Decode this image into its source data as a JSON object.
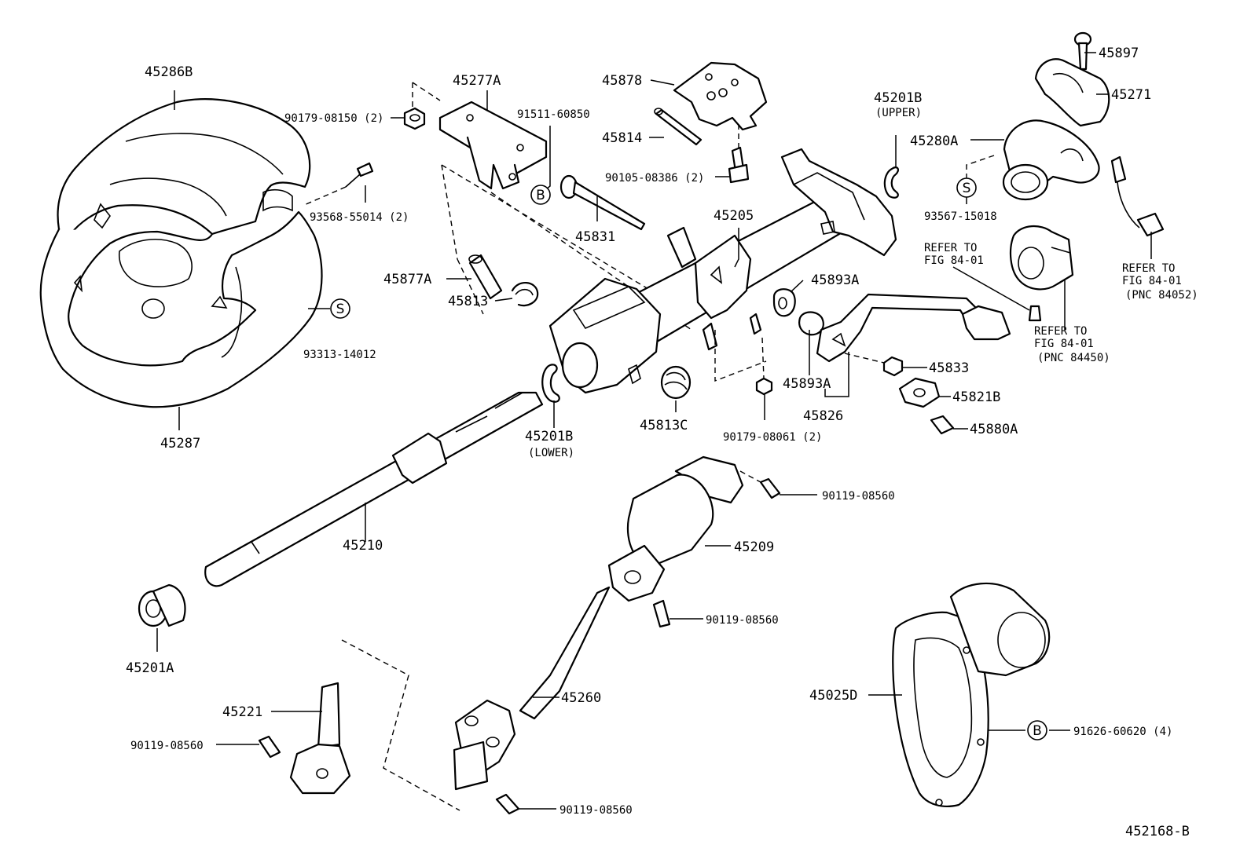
{
  "labels": {
    "p45286B": "45286B",
    "p45287": "45287",
    "p93568": "93568-55014 (2)",
    "p93313": "93313-14012",
    "p90179a": "90179-08150 (2)",
    "p45277A": "45277A",
    "p91511": "91511-60850",
    "p45877A": "45877A",
    "p45813": "45813",
    "p45878": "45878",
    "p45814": "45814",
    "p90105": "90105-08386 (2)",
    "p45831": "45831",
    "p45205": "45205",
    "p45893A_top": "45893A",
    "p45893A_bot": "45893A",
    "p45826": "45826",
    "p45813C": "45813C",
    "p90179b": "90179-08061 (2)",
    "p45201B_upper": "45201B",
    "upper": "(UPPER)",
    "p45201B_lower": "45201B",
    "lower": "(LOWER)",
    "p45897": "45897",
    "p45271": "45271",
    "p45280A": "45280A",
    "p93567": "93567-15018",
    "refer1_a": "REFER TO",
    "refer1_b": "FIG 84-01",
    "refer2_a": "REFER TO",
    "refer2_b": "FIG 84-01",
    "refer2_c": "(PNC 84450)",
    "refer3_a": "REFER TO",
    "refer3_b": "FIG 84-01",
    "refer3_c": "(PNC 84052)",
    "p45833": "45833",
    "p45821B": "45821B",
    "p45880A": "45880A",
    "p45210": "45210",
    "p45201A": "45201A",
    "p45209": "45209",
    "p90119a": "90119-08560",
    "p90119b": "90119-08560",
    "p90119c": "90119-08560",
    "p90119d": "90119-08560",
    "p45260": "45260",
    "p45221": "45221",
    "p45025D": "45025D",
    "p91626": "91626-60620 (4)",
    "fig_no": "452168-B"
  },
  "marks": {
    "s": "S",
    "b": "B"
  }
}
